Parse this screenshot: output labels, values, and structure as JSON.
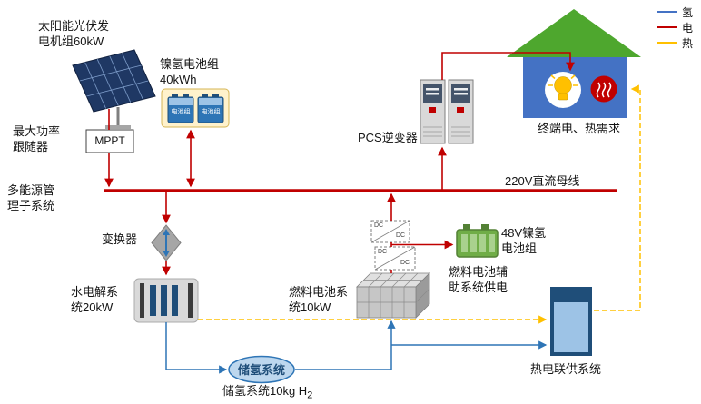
{
  "colors": {
    "electricity": "#C00000",
    "hydrogen": "#2E75B6",
    "heat": "#FFC000",
    "house_roof": "#4EA72E",
    "house_body": "#4472C4",
    "storage_fill": "#BDD7EE"
  },
  "legend": {
    "items": [
      {
        "label": "氢",
        "color": "#4472C4"
      },
      {
        "label": "电",
        "color": "#C00000"
      },
      {
        "label": "热",
        "color": "#FFC000"
      }
    ]
  },
  "nodes": {
    "solar": {
      "line1": "太阳能光伏发",
      "line2": "电机组60kW"
    },
    "battery_pack": {
      "line1": "镍氢电池组",
      "line2": "40kWh",
      "cell": "电池组"
    },
    "mppt": {
      "box": "MPPT",
      "line1": "最大功率",
      "line2": "跟随器"
    },
    "ems": {
      "line1": "多能源管",
      "line2": "理子系统"
    },
    "bus": {
      "label": "220V直流母线"
    },
    "converter": {
      "label": "变换器"
    },
    "electrolyzer": {
      "line1": "水电解系",
      "line2": "统20kW"
    },
    "h2_storage": {
      "tank_label": "储氢系统",
      "caption": "储氢系统10kg H",
      "caption_sub": "2"
    },
    "fuel_cell": {
      "line1": "燃料电池系",
      "line2": "统10kW"
    },
    "dcdc": {
      "in": "DC",
      "out": "DC"
    },
    "battery_48v": {
      "line1": "48V镍氢",
      "line2": "电池组"
    },
    "fc_aux": {
      "line1": "燃料电池辅",
      "line2": "助系统供电"
    },
    "pcs": {
      "label": "PCS逆变器"
    },
    "house": {
      "label": "终端电、热需求"
    },
    "chp": {
      "label": "热电联供系统"
    }
  }
}
